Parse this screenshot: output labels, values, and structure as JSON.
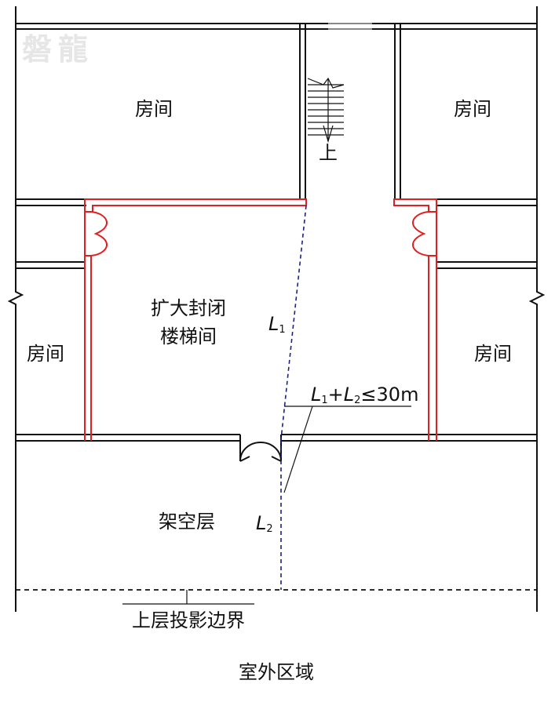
{
  "watermark": "磐龍",
  "rooms": {
    "top_left": "房间",
    "top_right": "房间",
    "mid_left": "房间",
    "mid_right": "房间"
  },
  "stair_hall": {
    "line1": "扩大封闭",
    "line2": "楼梯间"
  },
  "stair_up": "上",
  "pilotis": "架空层",
  "boundary": "上层投影边界",
  "outdoor": "室外区域",
  "distance": {
    "l1": "L",
    "l1_sub": "1",
    "l2": "L",
    "l2_sub": "2",
    "sum_l1": "L",
    "sum_l1_sub": "1",
    "plus": "+",
    "sum_l2": "L",
    "sum_l2_sub": "2",
    "rel": "≤30m"
  },
  "colors": {
    "wall": "#111111",
    "enclosure": "#e02020",
    "path": "#1a237e"
  }
}
